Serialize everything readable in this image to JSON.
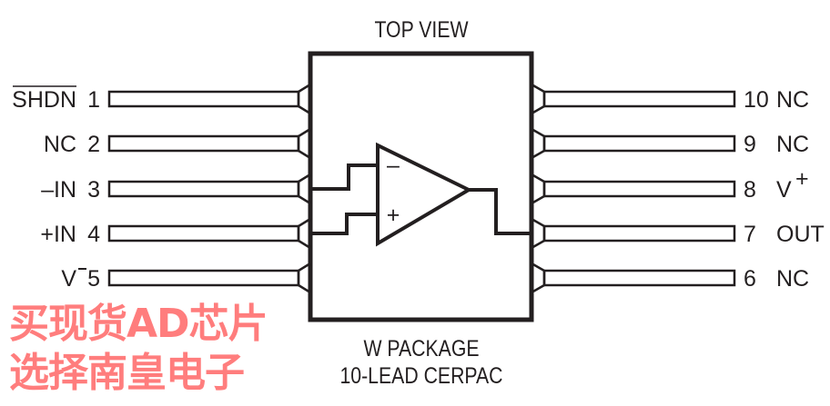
{
  "title": "TOP VIEW",
  "package": "W PACKAGE",
  "package_desc": "10-LEAD CERPAC",
  "left_pins": [
    {
      "num": "1",
      "name": "SHDN",
      "overbar": true
    },
    {
      "num": "2",
      "name": "NC"
    },
    {
      "num": "3",
      "name": "–IN"
    },
    {
      "num": "4",
      "name": "+IN"
    },
    {
      "num": "5",
      "name": "V–"
    }
  ],
  "right_pins": [
    {
      "num": "10",
      "name": "NC"
    },
    {
      "num": "9",
      "name": "NC"
    },
    {
      "num": "8",
      "name": "V+"
    },
    {
      "num": "7",
      "name": "OUT"
    },
    {
      "num": "6",
      "name": "NC"
    }
  ],
  "opamp": {
    "minus": "–",
    "plus": "+"
  },
  "watermark": "买现货AD芯片选择南皇电子"
}
